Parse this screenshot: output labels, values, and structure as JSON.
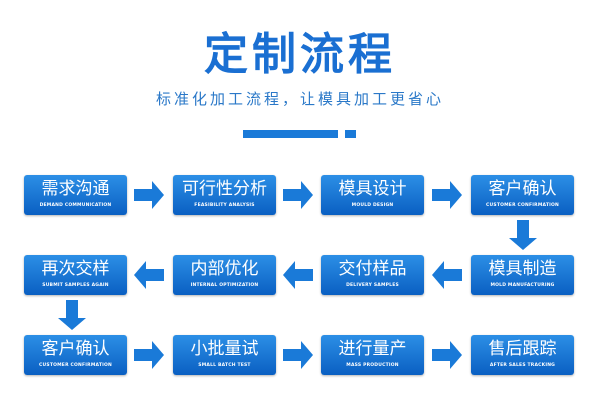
{
  "title": "定制流程",
  "subtitle": "标准化加工流程，让模具加工更省心",
  "colors": {
    "accent": "#1a6fd2",
    "box": "#1a7ad8"
  },
  "steps": [
    {
      "zh": "需求沟通",
      "en": "DEMAND COMMUNICATION"
    },
    {
      "zh": "可行性分析",
      "en": "FEASIBILITY ANALYSIS"
    },
    {
      "zh": "模具设计",
      "en": "MOULD DESIGN"
    },
    {
      "zh": "客户确认",
      "en": "CUSTOMER CONFIRMATION"
    },
    {
      "zh": "模具制造",
      "en": "MOLD MANUFACTURING"
    },
    {
      "zh": "交付样品",
      "en": "DELIVERY SAMPLES"
    },
    {
      "zh": "内部优化",
      "en": "INTERNAL OPTIMIZATION"
    },
    {
      "zh": "再次交样",
      "en": "SUBMIT SAMPLES AGAIN"
    },
    {
      "zh": "客户确认",
      "en": "CUSTOMER CONFIRMATION"
    },
    {
      "zh": "小批量试",
      "en": "SMALL BATCH TEST"
    },
    {
      "zh": "进行量产",
      "en": "MASS PRODUCTION"
    },
    {
      "zh": "售后跟踪",
      "en": "AFTER SALES TRACKING"
    }
  ]
}
